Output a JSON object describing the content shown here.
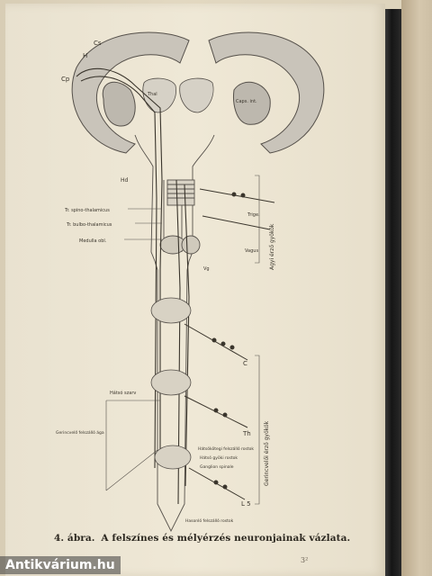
{
  "caption": {
    "number": "4. ábra.",
    "text": "A felszínes és mélyérzés neuronjainak vázlata."
  },
  "page_number": "3²",
  "watermark": "Antikvárium.hu",
  "figure_labels": {
    "cs": "Cs",
    "h": "H",
    "cp": "Cp",
    "thal": "Thal",
    "caps_int": "Caps. int.",
    "hd": "Hd",
    "tr_spino": "Tr. spino-thalamicus",
    "tr_bulbo": "Tr. bulbo-thalamicus",
    "medulla": "Medulla obl.",
    "vg": "Vg",
    "trige": "Trige.",
    "vagus": "Vagus",
    "cranial_roots": "Agyi érző gyökök",
    "c": "C",
    "th": "Th",
    "hatso_szarv": "Hátsó szarv",
    "szelso_labels": "Hátsókötegi felszálló rostok",
    "ganglion_left": "Gerincvelő felszálló ága",
    "spinal_roots": "Gerincvelői érző gyökök",
    "l5": "L 5",
    "bottom_note": "Hasonló felszálló rostok",
    "ganglion_right": "Ganglion spinale",
    "side_note": "Hátsó gyöki rostok"
  },
  "colors": {
    "page": "#efe8d6",
    "ink": "#2b271f",
    "spine": "#1a1a1a"
  }
}
